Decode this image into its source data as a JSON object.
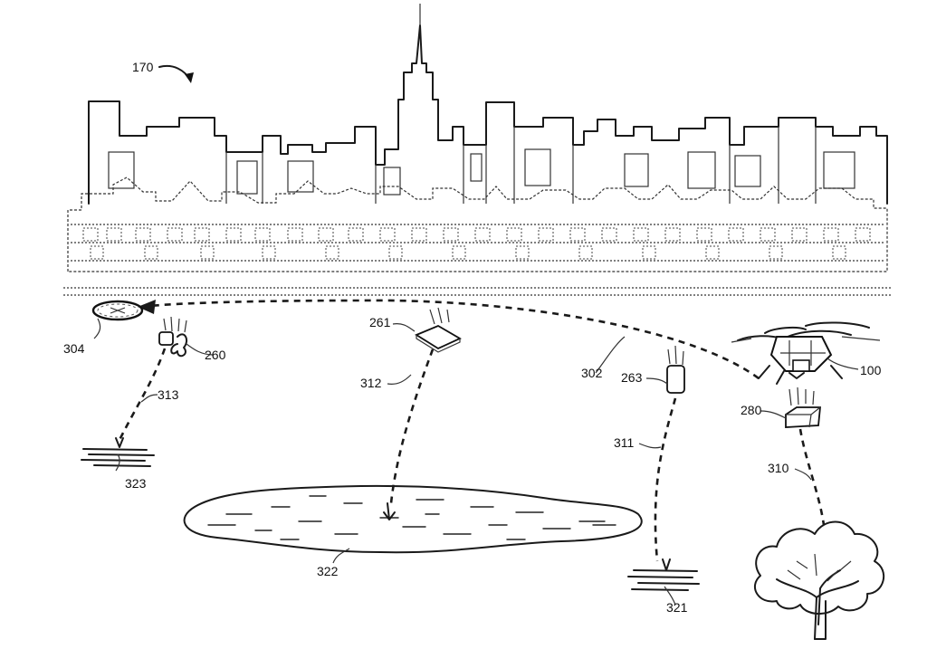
{
  "labels": {
    "figure": "170",
    "aerial_vehicle": "100",
    "delivery_path": "302",
    "landing_target": "304",
    "item_260": "260",
    "item_261": "261",
    "item_263": "263",
    "item_280": "280",
    "path_310": "310",
    "path_311": "311",
    "path_312": "312",
    "path_313": "313",
    "landing_321": "321",
    "landing_322": "322",
    "landing_323": "323"
  }
}
